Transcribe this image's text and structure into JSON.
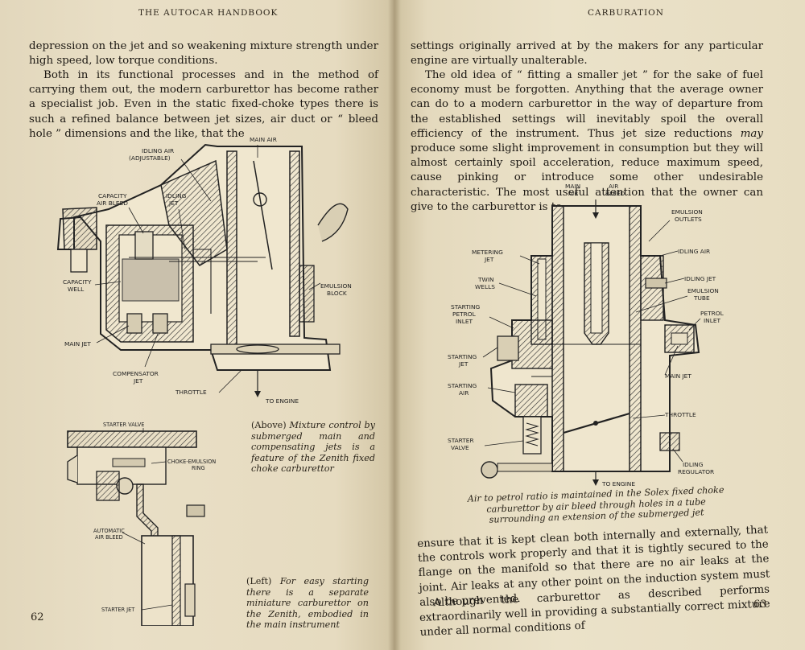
{
  "left_page": {
    "running_head": "THE AUTOCAR HANDBOOK",
    "paragraph_1": "depression on the jet and so weakening mixture strength under high speed, low torque conditions.",
    "paragraph_2": "Both in its functional processes and in the method of carrying them out, the modern carburettor has become rather a specialist job. Even in the static fixed-choke types there is such a refined balance between jet sizes, air duct or “ bleed hole ” dimensions and the like, that the",
    "figure_1": {
      "labels": {
        "main_air": "MAIN AIR",
        "idling_air": "IDLING AIR",
        "adjustable": "(ADJUSTABLE)",
        "capacity_air_bleed_1": "CAPACITY",
        "capacity_air_bleed_2": "AIR BLEED",
        "idling_jet_1": "IDLING",
        "idling_jet_2": "JET",
        "capacity_well_1": "CAPACITY",
        "capacity_well_2": "WELL",
        "emulsion_block_1": "EMULSION",
        "emulsion_block_2": "BLOCK",
        "main_jet": "MAIN JET",
        "compensator_jet_1": "COMPENSATOR",
        "compensator_jet_2": "JET",
        "throttle": "THROTTLE",
        "to_engine": "TO ENGINE"
      },
      "caption_lead": "(Above)",
      "caption_text": "Mixture control by submerged main and compensating jets is a feature of the Zenith fixed choke carburettor"
    },
    "figure_2": {
      "labels": {
        "starter_valve": "STARTER VALVE",
        "choke_emulsion_1": "CHOKE-EMULSION",
        "choke_emulsion_2": "RING",
        "automatic_air_bleed_1": "AUTOMATIC",
        "automatic_air_bleed_2": "AIR BLEED",
        "starter_jet": "STARTER JET"
      },
      "caption_lead": "(Left)",
      "caption_text": "For easy starting there is a separate miniature carburettor on the Zenith, embodied in the main instrument"
    },
    "page_number": "62"
  },
  "right_page": {
    "running_head": "CARBURATION",
    "paragraph_1": "settings originally arrived at by the makers for any particular engine are virtually unalterable.",
    "paragraph_2_a": "The old idea of “ fitting a smaller jet ” for the sake of fuel economy must be forgotten. Anything that the average owner can do to a modern carburettor in the way of departure from the established settings will inevitably spoil the overall efficiency of the instrument. Thus jet size reductions",
    "paragraph_2_em": "may",
    "paragraph_2_b": "produce some slight improvement in consumption but they will almost certainly spoil acceleration, reduce maximum speed, cause pinking or introduce some other undesirable characteristic. The most useful attention that the owner can give to the carburettor is to",
    "figure_3": {
      "labels": {
        "main_air_1": "MAIN",
        "main_air_2": "AIR",
        "air_bleed_1": "AIR",
        "air_bleed_2": "BLEED",
        "emulsion_outlets_1": "EMULSION",
        "emulsion_outlets_2": "OUTLETS",
        "metering_jet_1": "METERING",
        "metering_jet_2": "JET",
        "idling_air": "IDLING AIR",
        "twin_wells_1": "TWIN",
        "twin_wells_2": "WELLS",
        "idling_jet": "IDLING JET",
        "emulsion_tube_1": "EMULSION",
        "emulsion_tube_2": "TUBE",
        "starting_petrol_inlet_1": "STARTING",
        "starting_petrol_inlet_2": "PETROL",
        "starting_petrol_inlet_3": "INLET",
        "petrol_inlet_1": "PETROL",
        "petrol_inlet_2": "INLET",
        "starting_jet_1": "STARTING",
        "starting_jet_2": "JET",
        "main_jet": "MAIN JET",
        "starting_air_1": "STARTING",
        "starting_air_2": "AIR",
        "throttle": "THROTTLE",
        "starter_valve_1": "STARTER",
        "starter_valve_2": "VALVE",
        "idling_regulator_1": "IDLING",
        "idling_regulator_2": "REGULATOR",
        "to_engine": "TO ENGINE"
      },
      "caption": "Air to petrol ratio is maintained in the Solex fixed choke carburettor by air bleed through holes in a tube surrounding an extension of the submerged jet"
    },
    "paragraph_3": "ensure that it is kept clean both internally and externally, that the controls work properly and that it is tightly secured to the flange on the manifold so that there are no air leaks at the joint. Air leaks at any other point on the induction system must also be prevented.",
    "paragraph_4": "Although the carburettor as described performs extraordinarily well in providing a substantially correct mixture under all normal conditions of",
    "page_number": "63"
  }
}
